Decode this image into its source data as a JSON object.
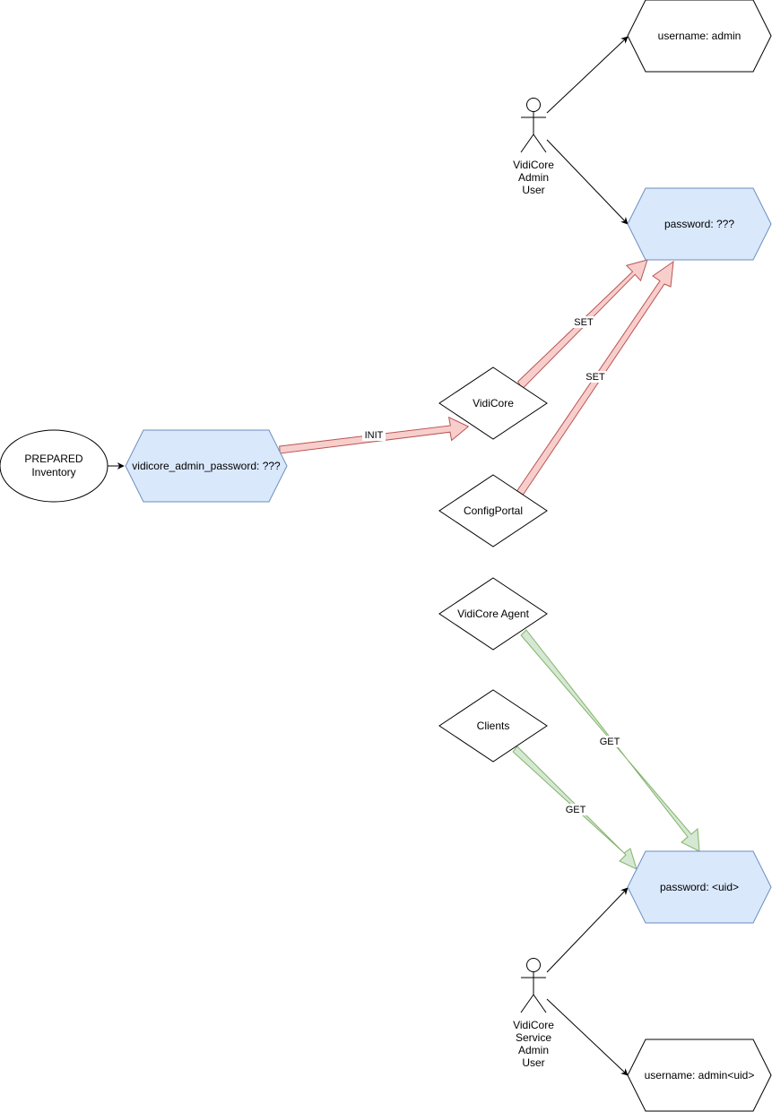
{
  "colors": {
    "stroke": "#000000",
    "blue_fill": "#dae8fc",
    "blue_stroke": "#6c8ebf",
    "red_fill": "#f8cecc",
    "red_stroke": "#b85450",
    "green_fill": "#d5e8d4",
    "green_stroke": "#82b366"
  },
  "nodes": {
    "inventory": {
      "line1": "PREPARED",
      "line2": "Inventory"
    },
    "vidicore_admin_password": {
      "label": "vidicore_admin_password: ???"
    },
    "vidicore": {
      "label": "VidiCore"
    },
    "configportal": {
      "label": "ConfigPortal"
    },
    "vidicore_agent": {
      "label": "VidiCore Agent"
    },
    "clients": {
      "label": "Clients"
    },
    "username_admin": {
      "label": "username: admin"
    },
    "password_unknown": {
      "label": "password: ???"
    },
    "password_uid": {
      "label": "password: <uid>"
    },
    "username_admin_uid": {
      "label": "username: admin<uid>"
    }
  },
  "actors": {
    "admin_user": {
      "lines": [
        "VidiCore",
        "Admin",
        "User"
      ]
    },
    "service_admin_user": {
      "lines": [
        "VidiCore",
        "Service",
        "Admin",
        "User"
      ]
    }
  },
  "edges": {
    "init": {
      "label": "INIT"
    },
    "set_vidicore": {
      "label": "SET"
    },
    "set_configportal": {
      "label": "SET"
    },
    "get_agent": {
      "label": "GET"
    },
    "get_clients": {
      "label": "GET"
    }
  }
}
